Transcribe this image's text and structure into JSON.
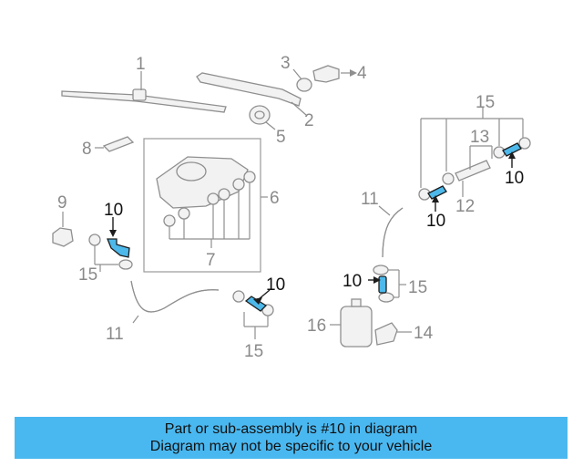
{
  "colors": {
    "highlight": "#4db8ea",
    "banner": "#4ab8f0",
    "linework": "#8f8f8f"
  },
  "labels": {
    "l1": "1",
    "l2": "2",
    "l3": "3",
    "l4": "4",
    "l5": "5",
    "l6": "6",
    "l7": "7",
    "l8": "8",
    "l9": "9",
    "l10a": "10",
    "l10b": "10",
    "l10c": "10",
    "l10d": "10",
    "l10e": "10",
    "l11a": "11",
    "l11b": "11",
    "l12": "12",
    "l13": "13",
    "l14": "14",
    "l15a": "15",
    "l15b": "15",
    "l15c": "15",
    "l15d": "15",
    "l16": "16"
  },
  "banner": {
    "line1": "Part or sub-assembly is #10 in diagram",
    "line2": "Diagram may not be specific to your vehicle"
  }
}
